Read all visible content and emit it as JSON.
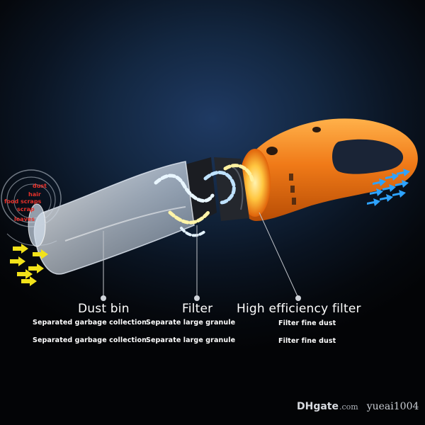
{
  "components": [
    {
      "title": "Dust bin",
      "lines": [
        "Separated garbage collection",
        "Separated garbage collection"
      ]
    },
    {
      "title": "Filter",
      "lines": [
        "Separate large granule",
        "Separate large granule"
      ]
    },
    {
      "title": "High efficiency filter",
      "lines": [
        "Filter fine dust",
        "Filter fine dust"
      ]
    }
  ],
  "debris_words": [
    "dust",
    "hair",
    "food scraps",
    "scrap",
    "leaves"
  ],
  "watermark": {
    "brand": "DHgate",
    "domain": ".com",
    "user": "yueai1004"
  },
  "colors": {
    "body_orange": "#f07a18",
    "intake_arrows": "#f2e21a",
    "filter_arrows": "#cfe6f5",
    "exhaust_arrows": "#2ea3ff",
    "debris_text": "#e8312a"
  }
}
